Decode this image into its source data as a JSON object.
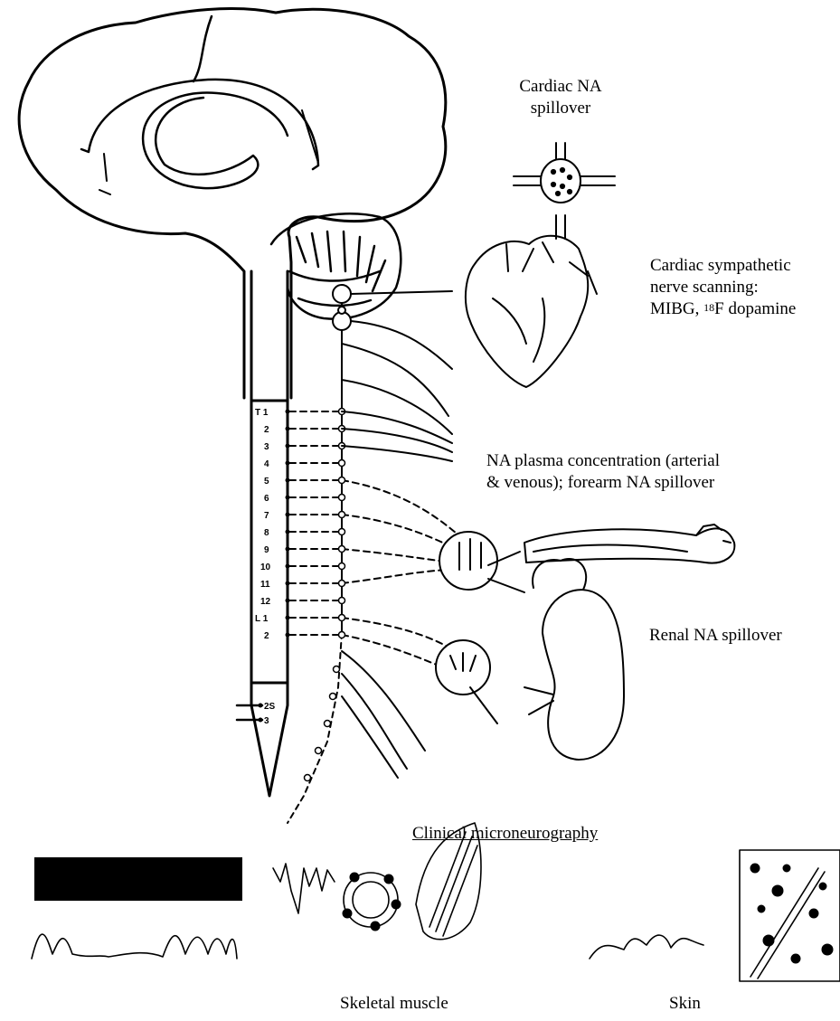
{
  "labels": {
    "cardiac_spillover_line1": "Cardiac NA",
    "cardiac_spillover_line2": "spillover",
    "cardiac_scan_line1": "Cardiac sympathetic",
    "cardiac_scan_line2": "nerve scanning:",
    "cardiac_scan_line3_prefix": "MIBG, ",
    "cardiac_scan_line3_sup": "18",
    "cardiac_scan_line3_suffix": "F dopamine",
    "plasma_line1": "NA plasma concentration (arterial",
    "plasma_line2": "& venous); forearm NA spillover",
    "renal": "Renal NA spillover",
    "microneurography": "Clinical microneurography",
    "skeletal_muscle": "Skeletal muscle",
    "skin": "Skin"
  },
  "spinal_segments": [
    "T 1",
    "2",
    "3",
    "4",
    "5",
    "6",
    "7",
    "8",
    "9",
    "10",
    "11",
    "12",
    "L 1",
    "2"
  ],
  "sacral_segments": [
    "2S",
    "3"
  ]
}
